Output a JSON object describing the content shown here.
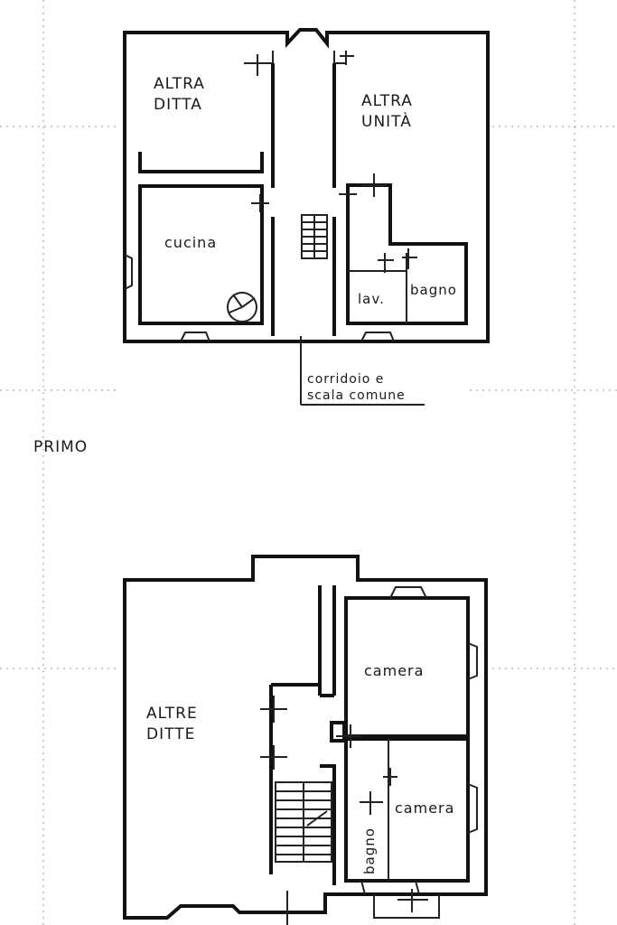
{
  "plans": [
    {
      "name": "upper-plan",
      "rooms": {
        "altra_ditta_line1": "ALTRA",
        "altra_ditta_line2": "DITTA",
        "altra_unita_line1": "ALTRA",
        "altra_unita_line2": "UNITÀ",
        "cucina": "cucina",
        "lav": "lav.",
        "bagno": "bagno"
      },
      "annotation_line1": "corridoio  e",
      "annotation_line2": "scala  comune"
    },
    {
      "name": "lower-plan",
      "rooms": {
        "altre_ditte_line1": "ALTRE",
        "altre_ditte_line2": "DITTE",
        "camera_top": "camera",
        "camera_bottom": "camera",
        "bagno": "bagno"
      }
    }
  ],
  "floor_label": "PRIMO"
}
